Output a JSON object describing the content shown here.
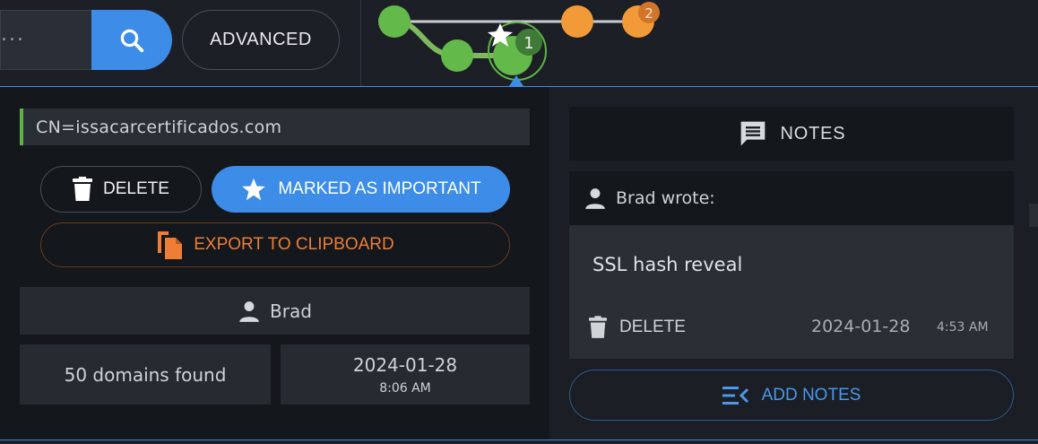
{
  "search": {
    "value": "...",
    "advanced_label": "ADVANCED"
  },
  "timeline": {
    "current_count": "1",
    "later_count": "2"
  },
  "certificate": {
    "cn": "CN=issacarcertificados.com"
  },
  "actions": {
    "delete_label": "DELETE",
    "important_label": "MARKED AS IMPORTANT",
    "export_label": "EXPORT TO CLIPBOARD"
  },
  "owner": {
    "name": "Brad"
  },
  "stats": {
    "domains": "50 domains found",
    "date": "2024-01-28",
    "time": "8:06 AM"
  },
  "notes": {
    "header_label": "NOTES",
    "items": [
      {
        "author": "Brad wrote:",
        "text": "SSL hash reveal",
        "delete_label": "DELETE",
        "date": "2024-01-28",
        "time": "4:53 AM"
      }
    ],
    "add_label": "ADD NOTES"
  },
  "colors": {
    "accent": "#3d8de8",
    "green": "#5fb346",
    "orange": "#f29a38",
    "export": "#ef7d35"
  }
}
